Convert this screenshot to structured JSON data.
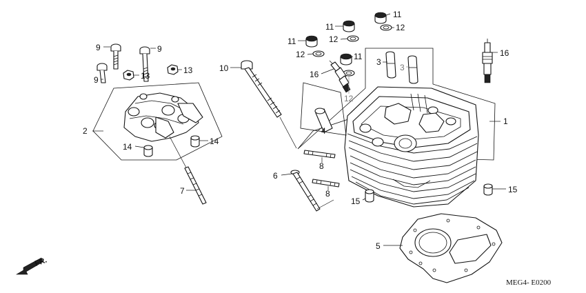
{
  "diagram": {
    "drawing_code": "MEG4- E0200",
    "direction_label": "FR.",
    "callouts": [
      {
        "id": "c1",
        "label": "1"
      },
      {
        "id": "c2",
        "label": "2"
      },
      {
        "id": "c3a",
        "label": "3"
      },
      {
        "id": "c3b",
        "label": "3"
      },
      {
        "id": "c4",
        "label": "4"
      },
      {
        "id": "c5",
        "label": "5"
      },
      {
        "id": "c6",
        "label": "6"
      },
      {
        "id": "c7",
        "label": "7"
      },
      {
        "id": "c8a",
        "label": "8"
      },
      {
        "id": "c8b",
        "label": "8"
      },
      {
        "id": "c9a",
        "label": "9"
      },
      {
        "id": "c9b",
        "label": "9"
      },
      {
        "id": "c9c",
        "label": "9"
      },
      {
        "id": "c10",
        "label": "10"
      },
      {
        "id": "c11a",
        "label": "11"
      },
      {
        "id": "c11b",
        "label": "11"
      },
      {
        "id": "c11c",
        "label": "11"
      },
      {
        "id": "c11d",
        "label": "11"
      },
      {
        "id": "c12a",
        "label": "12"
      },
      {
        "id": "c12b",
        "label": "12"
      },
      {
        "id": "c12c",
        "label": "12"
      },
      {
        "id": "c12d",
        "label": "12"
      },
      {
        "id": "c13a",
        "label": "13"
      },
      {
        "id": "c13b",
        "label": "13"
      },
      {
        "id": "c14a",
        "label": "14"
      },
      {
        "id": "c14b",
        "label": "14"
      },
      {
        "id": "c15a",
        "label": "15"
      },
      {
        "id": "c15b",
        "label": "15"
      },
      {
        "id": "c16a",
        "label": "16"
      },
      {
        "id": "c16b",
        "label": "16"
      }
    ]
  }
}
